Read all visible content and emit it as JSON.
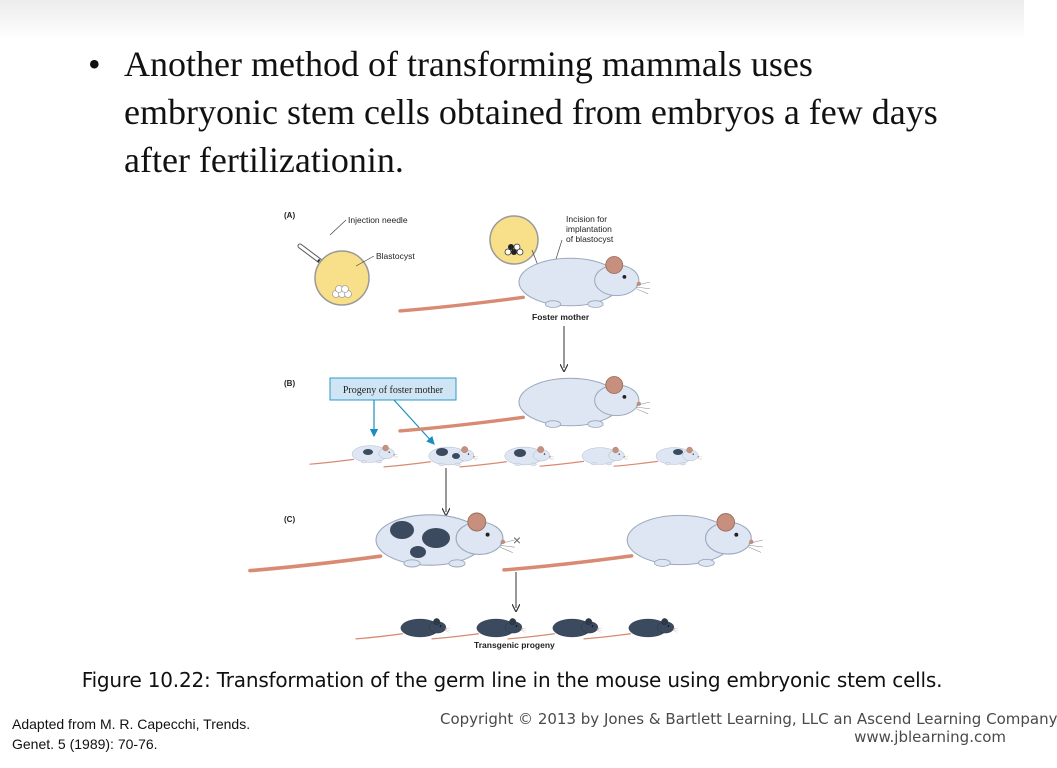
{
  "slide": {
    "bullet_symbol": "•",
    "bullet_text": "Another method of transforming mammals uses embryonic stem cells obtained from embryos a few days after fertilizationin."
  },
  "figure": {
    "panel_a": "(A)",
    "panel_b": "(B)",
    "panel_c": "(C)",
    "injection_needle": "Injection needle",
    "blastocyst": "Blastocyst",
    "incision_lines": [
      "Incision for",
      "implantation",
      "of blastocyst"
    ],
    "foster_mother": "Foster mother",
    "progeny_box": "Progeny of foster mother",
    "cross_symbol": "×",
    "transgenic_progeny": "Transgenic progeny",
    "colors": {
      "mouse_white": "#dde6f2",
      "mouse_dark": "#3b4a5e",
      "ear": "#c78f7d",
      "tail": "#d98a72",
      "blastocyst_fill": "#f8e08a",
      "box_fill": "#cfe5f3",
      "box_border": "#2a9bc9"
    }
  },
  "caption": "Figure 10.22: Transformation of the germ line in the mouse using embryonic stem cells.",
  "credit": [
    "Adapted from M. R. Capecchi, Trends.",
    "Genet. 5 (1989): 70-76."
  ],
  "copyright": [
    "Copyright © 2013 by Jones & Bartlett Learning, LLC an Ascend Learning Company",
    "www.jblearning.com"
  ]
}
